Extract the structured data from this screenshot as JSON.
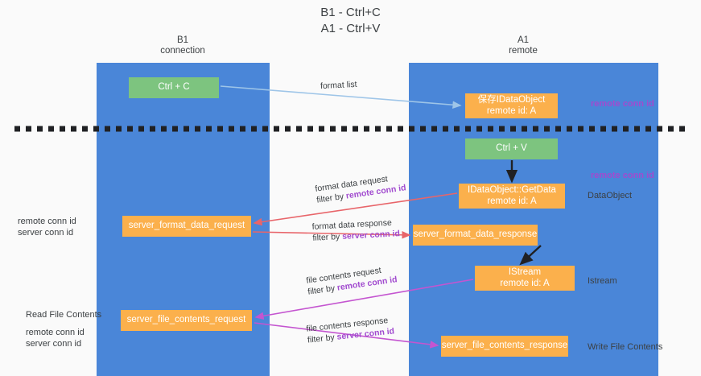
{
  "title": "B1 - Ctrl+C\nA1 - Ctrl+V",
  "lanes": [
    {
      "name": "b1",
      "line1": "B1",
      "line2": "connection"
    },
    {
      "name": "a1",
      "line1": "A1",
      "line2": "remote"
    }
  ],
  "boxes": {
    "ctrl_c": {
      "label": "Ctrl + C",
      "sub": "",
      "color": "#7dc47f"
    },
    "save_ido": {
      "label": "保存IDataObject",
      "sub": "remote id: A",
      "color": "#fbb04c"
    },
    "ctrl_v": {
      "label": "Ctrl + V",
      "sub": "",
      "color": "#7dc47f"
    },
    "getdata": {
      "label": "IDataObject::GetData",
      "sub": "remote id: A",
      "color": "#fbb04c"
    },
    "sfd_req": {
      "label": "server_format_data_request",
      "sub": "",
      "color": "#fbb04c"
    },
    "sfd_res": {
      "label": "server_format_data_response",
      "sub": "",
      "color": "#fbb04c"
    },
    "istream": {
      "label": "IStream",
      "sub": "remote id: A",
      "color": "#fbb04c"
    },
    "sfc_req": {
      "label": "server_file_contents_request",
      "sub": "",
      "color": "#fbb04c"
    },
    "sfc_res": {
      "label": "server_file_contents_response",
      "sub": "",
      "color": "#fbb04c"
    }
  },
  "edge_labels": {
    "format_list": {
      "line1": "format list",
      "line2_prefix": "",
      "line2_key": ""
    },
    "format_data_req": {
      "line1": "format data request",
      "line2_prefix": "filter by ",
      "line2_key": "remote conn id",
      "key_color": "purple"
    },
    "format_data_res": {
      "line1": "format data response",
      "line2_prefix": "filter by ",
      "line2_key": "server conn id",
      "key_color": "purple"
    },
    "file_contents_req": {
      "line1": "file contents request",
      "line2_prefix": "filter by ",
      "line2_key": "remote conn id",
      "key_color": "purple"
    },
    "file_contents_res": {
      "line1": "file contents response",
      "line2_prefix": "filter by ",
      "line2_key": "server conn id",
      "key_color": "purple"
    }
  },
  "annotations": {
    "remote_conn_id_top": "remote conn id",
    "remote_conn_id_mid": "remote conn id",
    "dataobject": "DataObject",
    "istream": "Istream",
    "write_file_contents": "Write File Contents",
    "read_file_contents": "Read File Contents",
    "left_remote_conn_id_1": "remote conn id",
    "left_server_conn_id_1": "server conn id",
    "left_remote_conn_id_2": "remote conn id",
    "left_server_conn_id_2": "server conn id"
  },
  "colors": {
    "lane": "#4a86d8",
    "green_box": "#7dc47f",
    "orange_box": "#fbb04c",
    "purple_key": "#a14bcf",
    "green_key": "#5aa35c",
    "arrow_blue": "#9ec5e8",
    "arrow_red": "#e8656a",
    "arrow_magenta": "#c455d0",
    "arrow_black": "#202124",
    "divider": "#202124",
    "background": "#fafafa"
  }
}
